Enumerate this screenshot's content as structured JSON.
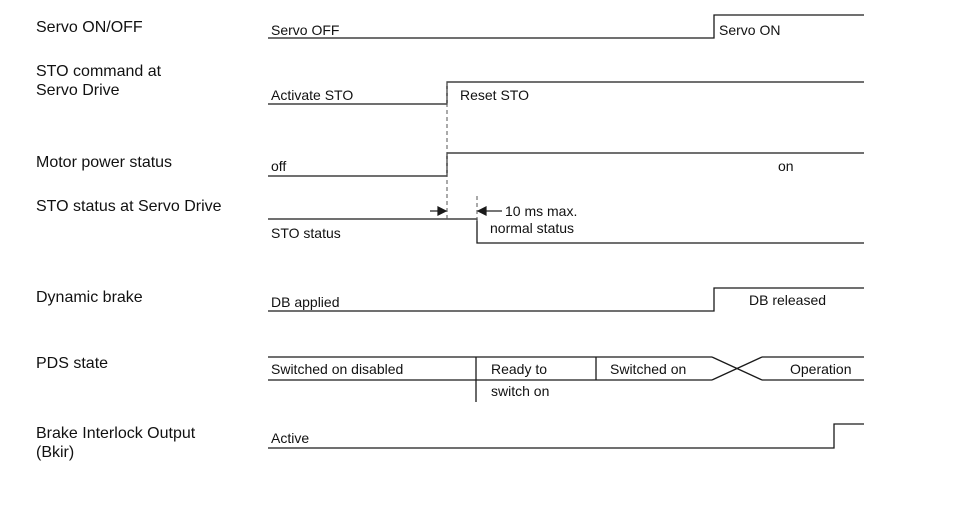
{
  "rows": {
    "servo": {
      "label": "Servo ON/OFF",
      "low": "Servo OFF",
      "high": "Servo ON"
    },
    "sto_cmd": {
      "label_line1": "STO command at",
      "label_line2": "Servo Drive",
      "low": "Activate STO",
      "high": "Reset STO"
    },
    "motor": {
      "label": "Motor power status",
      "low": "off",
      "high": "on"
    },
    "sto_status": {
      "label": "STO status at Servo Drive",
      "high": "STO status",
      "timing_line1": "10 ms max.",
      "timing_line2": "normal status"
    },
    "db": {
      "label": "Dynamic brake",
      "low": "DB applied",
      "high": "DB released"
    },
    "pds": {
      "label": "PDS state",
      "s1": "Switched on disabled",
      "s2_line1": "Ready to",
      "s2_line2": "switch on",
      "s3": "Switched on",
      "s4": "Operation"
    },
    "bkir": {
      "label_line1": "Brake Interlock Output",
      "label_line2": "(Bkir)",
      "low": "Active"
    }
  }
}
